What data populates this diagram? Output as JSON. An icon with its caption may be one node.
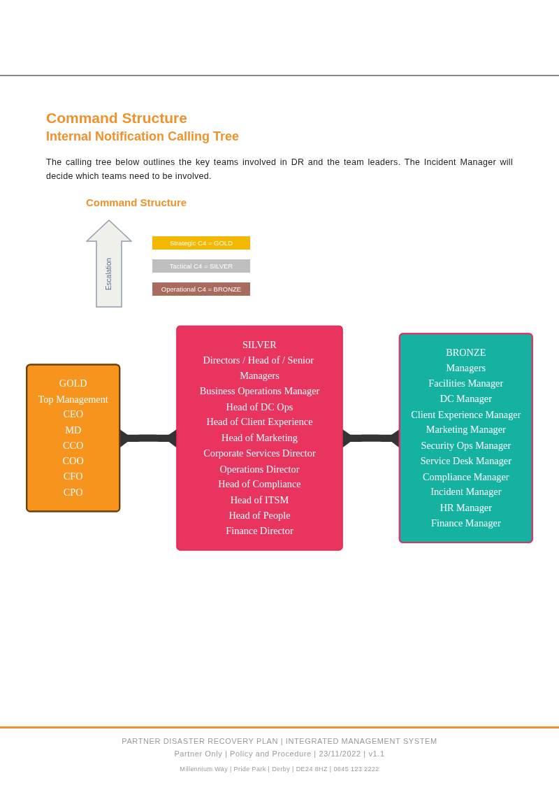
{
  "diagram": {
    "title": "Command Structure",
    "nodes": [
      {
        "text": [
          "GOLD",
          "Top Management",
          "CEO",
          "MD",
          "CCO",
          "COO",
          "CFO",
          "CPO"
        ]
      },
      {
        "text": [
          "SILVER",
          "Directors / Head of / Senior Managers",
          "Business Operations Manager",
          "Head of DC Ops",
          "Head of Client Experience",
          "Head of Marketing",
          "Corporate Services Director",
          "Operations Director",
          "Head of Compliance",
          "Head of ITSM",
          "Head of People",
          "Finance Director"
        ]
      },
      {
        "text": [
          "BRONZE",
          "Managers",
          "Facilities Manager",
          "DC Manager",
          "Client Experience Manager",
          "Marketing Manager",
          "Security Ops Manager",
          "Service Desk Manager",
          "Compliance Manager",
          "Incident Manager",
          "HR Manager",
          "Finance Manager"
        ]
      }
    ],
    "edges": [
      {
        "from": 0,
        "to": 1,
        "arrow": "both"
      },
      {
        "from": 1,
        "to": 2,
        "arrow": "both"
      }
    ],
    "labels": [
      "Internal Notification Calling Tree",
      "The calling tree below outlines the key teams involved in DR and the team leaders. The Incident Manager will decide which teams need to be involved.",
      "Command Structure",
      "Escalation",
      "PARTNER DISASTER RECOVERY PLAN | INTEGRATED MANAGEMENT SYSTEM",
      "Partner Only | Policy and Procedure | 23/11/2022 | v1.1",
      "Millennium Way | Pride Park | Derby | DE24 8HZ | 0845 123 2222"
    ],
    "legend": [
      {
        "text": "Strategic C4 = GOLD",
        "color": "#f5b800"
      },
      {
        "text": "Tactical C4 = SILVER",
        "color": "#bfbfbf"
      },
      {
        "text": "Operational C4 = BRONZE",
        "color": "#a86b5d"
      }
    ]
  }
}
